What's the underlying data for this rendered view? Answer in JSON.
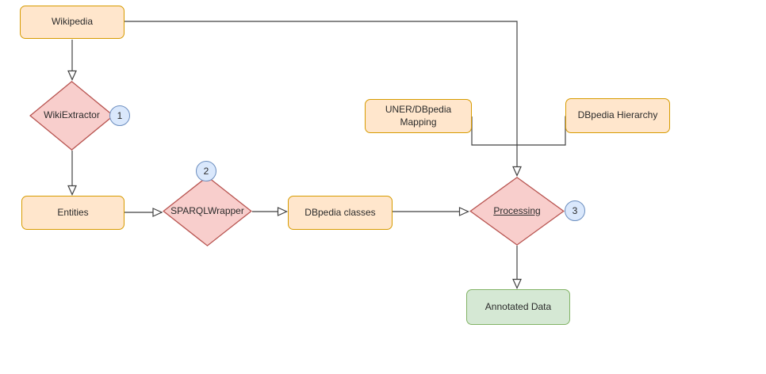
{
  "palette": {
    "canvas_bg": "#ffffff",
    "orange_fill": "#ffe6cc",
    "orange_stroke": "#d79b00",
    "pink_fill": "#f8cecc",
    "pink_stroke": "#b85450",
    "green_fill": "#d5e8d4",
    "green_stroke": "#82b366",
    "badge_fill": "#dae8fc",
    "badge_stroke": "#6c8ebf",
    "edge_color": "#424242",
    "text_color": "#2b2b2b"
  },
  "nodes": {
    "wikipedia": {
      "label": "Wikipedia",
      "shape": "rounded-box",
      "color": "orange"
    },
    "wikiextractor": {
      "label": "WikiExtractor",
      "shape": "diamond",
      "color": "pink"
    },
    "entities": {
      "label": "Entities",
      "shape": "rounded-box",
      "color": "orange"
    },
    "sparqlwrapper": {
      "label": "SPARQLWrapper",
      "shape": "diamond",
      "color": "pink"
    },
    "dbpedia_classes": {
      "label": "DBpedia classes",
      "shape": "rounded-box",
      "color": "orange"
    },
    "uner_dbpedia_mapping": {
      "label": "UNER/DBpedia Mapping",
      "shape": "rounded-box",
      "color": "orange"
    },
    "dbpedia_hierarchy": {
      "label": "DBpedia Hierarchy",
      "shape": "rounded-box",
      "color": "orange"
    },
    "processing": {
      "label": "Processing",
      "shape": "diamond",
      "color": "pink",
      "underlined": true
    },
    "annotated_data": {
      "label": "Annotated Data",
      "shape": "rounded-box",
      "color": "green"
    }
  },
  "badges": {
    "step1": "1",
    "step2": "2",
    "step3": "3"
  },
  "edges": [
    {
      "from": "wikipedia",
      "to": "wikiextractor",
      "arrow": "open"
    },
    {
      "from": "wikiextractor",
      "to": "entities",
      "arrow": "open"
    },
    {
      "from": "entities",
      "to": "sparqlwrapper",
      "arrow": "open"
    },
    {
      "from": "sparqlwrapper",
      "to": "dbpedia_classes",
      "arrow": "open"
    },
    {
      "from": "dbpedia_classes",
      "to": "processing",
      "arrow": "open"
    },
    {
      "from": "wikipedia",
      "to": "processing",
      "arrow": "open"
    },
    {
      "from": "uner_dbpedia_mapping",
      "to": "processing",
      "arrow": "none-joins-main-line"
    },
    {
      "from": "dbpedia_hierarchy",
      "to": "processing",
      "arrow": "none-joins-main-line"
    },
    {
      "from": "processing",
      "to": "annotated_data",
      "arrow": "open"
    }
  ]
}
